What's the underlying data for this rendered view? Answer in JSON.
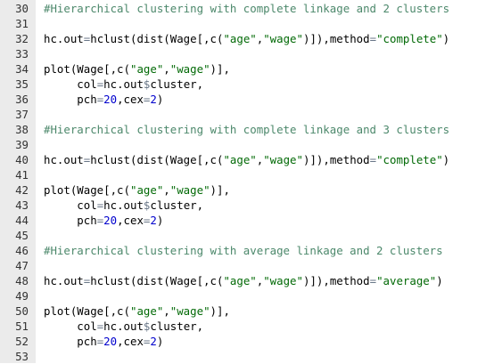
{
  "colors": {
    "gutter_bg": "#ebebeb",
    "comment": "#4c886b",
    "string": "#036a07",
    "number": "#0000cd",
    "operator": "#687687"
  },
  "lines": [
    {
      "n": "30",
      "tokens": [
        {
          "t": "#Hierarchical clustering with complete linkage and 2 clusters",
          "c": "comment"
        }
      ]
    },
    {
      "n": "31",
      "tokens": []
    },
    {
      "n": "32",
      "tokens": [
        {
          "t": "hc.out",
          "c": "plain"
        },
        {
          "t": "=",
          "c": "op"
        },
        {
          "t": "hclust(dist(Wage[,c(",
          "c": "plain"
        },
        {
          "t": "\"age\"",
          "c": "string"
        },
        {
          "t": ",",
          "c": "plain"
        },
        {
          "t": "\"wage\"",
          "c": "string"
        },
        {
          "t": ")]),method",
          "c": "plain"
        },
        {
          "t": "=",
          "c": "op"
        },
        {
          "t": "\"complete\"",
          "c": "string"
        },
        {
          "t": ")",
          "c": "plain"
        }
      ]
    },
    {
      "n": "33",
      "tokens": []
    },
    {
      "n": "34",
      "tokens": [
        {
          "t": "plot(Wage[,c(",
          "c": "plain"
        },
        {
          "t": "\"age\"",
          "c": "string"
        },
        {
          "t": ",",
          "c": "plain"
        },
        {
          "t": "\"wage\"",
          "c": "string"
        },
        {
          "t": ")],",
          "c": "plain"
        }
      ]
    },
    {
      "n": "35",
      "tokens": [
        {
          "t": "     col",
          "c": "plain"
        },
        {
          "t": "=",
          "c": "op"
        },
        {
          "t": "hc.out",
          "c": "plain"
        },
        {
          "t": "$",
          "c": "op"
        },
        {
          "t": "cluster,",
          "c": "plain"
        }
      ]
    },
    {
      "n": "36",
      "tokens": [
        {
          "t": "     pch",
          "c": "plain"
        },
        {
          "t": "=",
          "c": "op"
        },
        {
          "t": "20",
          "c": "number"
        },
        {
          "t": ",cex",
          "c": "plain"
        },
        {
          "t": "=",
          "c": "op"
        },
        {
          "t": "2",
          "c": "number"
        },
        {
          "t": ")",
          "c": "plain"
        }
      ]
    },
    {
      "n": "37",
      "tokens": []
    },
    {
      "n": "38",
      "tokens": [
        {
          "t": "#Hierarchical clustering with complete linkage and 3 clusters",
          "c": "comment"
        }
      ]
    },
    {
      "n": "39",
      "tokens": []
    },
    {
      "n": "40",
      "tokens": [
        {
          "t": "hc.out",
          "c": "plain"
        },
        {
          "t": "=",
          "c": "op"
        },
        {
          "t": "hclust(dist(Wage[,c(",
          "c": "plain"
        },
        {
          "t": "\"age\"",
          "c": "string"
        },
        {
          "t": ",",
          "c": "plain"
        },
        {
          "t": "\"wage\"",
          "c": "string"
        },
        {
          "t": ")]),method",
          "c": "plain"
        },
        {
          "t": "=",
          "c": "op"
        },
        {
          "t": "\"complete\"",
          "c": "string"
        },
        {
          "t": ")",
          "c": "plain"
        }
      ]
    },
    {
      "n": "41",
      "tokens": []
    },
    {
      "n": "42",
      "tokens": [
        {
          "t": "plot(Wage[,c(",
          "c": "plain"
        },
        {
          "t": "\"age\"",
          "c": "string"
        },
        {
          "t": ",",
          "c": "plain"
        },
        {
          "t": "\"wage\"",
          "c": "string"
        },
        {
          "t": ")],",
          "c": "plain"
        }
      ]
    },
    {
      "n": "43",
      "tokens": [
        {
          "t": "     col",
          "c": "plain"
        },
        {
          "t": "=",
          "c": "op"
        },
        {
          "t": "hc.out",
          "c": "plain"
        },
        {
          "t": "$",
          "c": "op"
        },
        {
          "t": "cluster,",
          "c": "plain"
        }
      ]
    },
    {
      "n": "44",
      "tokens": [
        {
          "t": "     pch",
          "c": "plain"
        },
        {
          "t": "=",
          "c": "op"
        },
        {
          "t": "20",
          "c": "number"
        },
        {
          "t": ",cex",
          "c": "plain"
        },
        {
          "t": "=",
          "c": "op"
        },
        {
          "t": "2",
          "c": "number"
        },
        {
          "t": ")",
          "c": "plain"
        }
      ]
    },
    {
      "n": "45",
      "tokens": []
    },
    {
      "n": "46",
      "tokens": [
        {
          "t": "#Hierarchical clustering with average linkage and 2 clusters",
          "c": "comment"
        }
      ]
    },
    {
      "n": "47",
      "tokens": []
    },
    {
      "n": "48",
      "tokens": [
        {
          "t": "hc.out",
          "c": "plain"
        },
        {
          "t": "=",
          "c": "op"
        },
        {
          "t": "hclust(dist(Wage[,c(",
          "c": "plain"
        },
        {
          "t": "\"age\"",
          "c": "string"
        },
        {
          "t": ",",
          "c": "plain"
        },
        {
          "t": "\"wage\"",
          "c": "string"
        },
        {
          "t": ")]),method",
          "c": "plain"
        },
        {
          "t": "=",
          "c": "op"
        },
        {
          "t": "\"average\"",
          "c": "string"
        },
        {
          "t": ")",
          "c": "plain"
        }
      ]
    },
    {
      "n": "49",
      "tokens": []
    },
    {
      "n": "50",
      "tokens": [
        {
          "t": "plot(Wage[,c(",
          "c": "plain"
        },
        {
          "t": "\"age\"",
          "c": "string"
        },
        {
          "t": ",",
          "c": "plain"
        },
        {
          "t": "\"wage\"",
          "c": "string"
        },
        {
          "t": ")],",
          "c": "plain"
        }
      ]
    },
    {
      "n": "51",
      "tokens": [
        {
          "t": "     col",
          "c": "plain"
        },
        {
          "t": "=",
          "c": "op"
        },
        {
          "t": "hc.out",
          "c": "plain"
        },
        {
          "t": "$",
          "c": "op"
        },
        {
          "t": "cluster,",
          "c": "plain"
        }
      ]
    },
    {
      "n": "52",
      "tokens": [
        {
          "t": "     pch",
          "c": "plain"
        },
        {
          "t": "=",
          "c": "op"
        },
        {
          "t": "20",
          "c": "number"
        },
        {
          "t": ",cex",
          "c": "plain"
        },
        {
          "t": "=",
          "c": "op"
        },
        {
          "t": "2",
          "c": "number"
        },
        {
          "t": ")",
          "c": "plain"
        }
      ]
    },
    {
      "n": "53",
      "tokens": []
    }
  ]
}
